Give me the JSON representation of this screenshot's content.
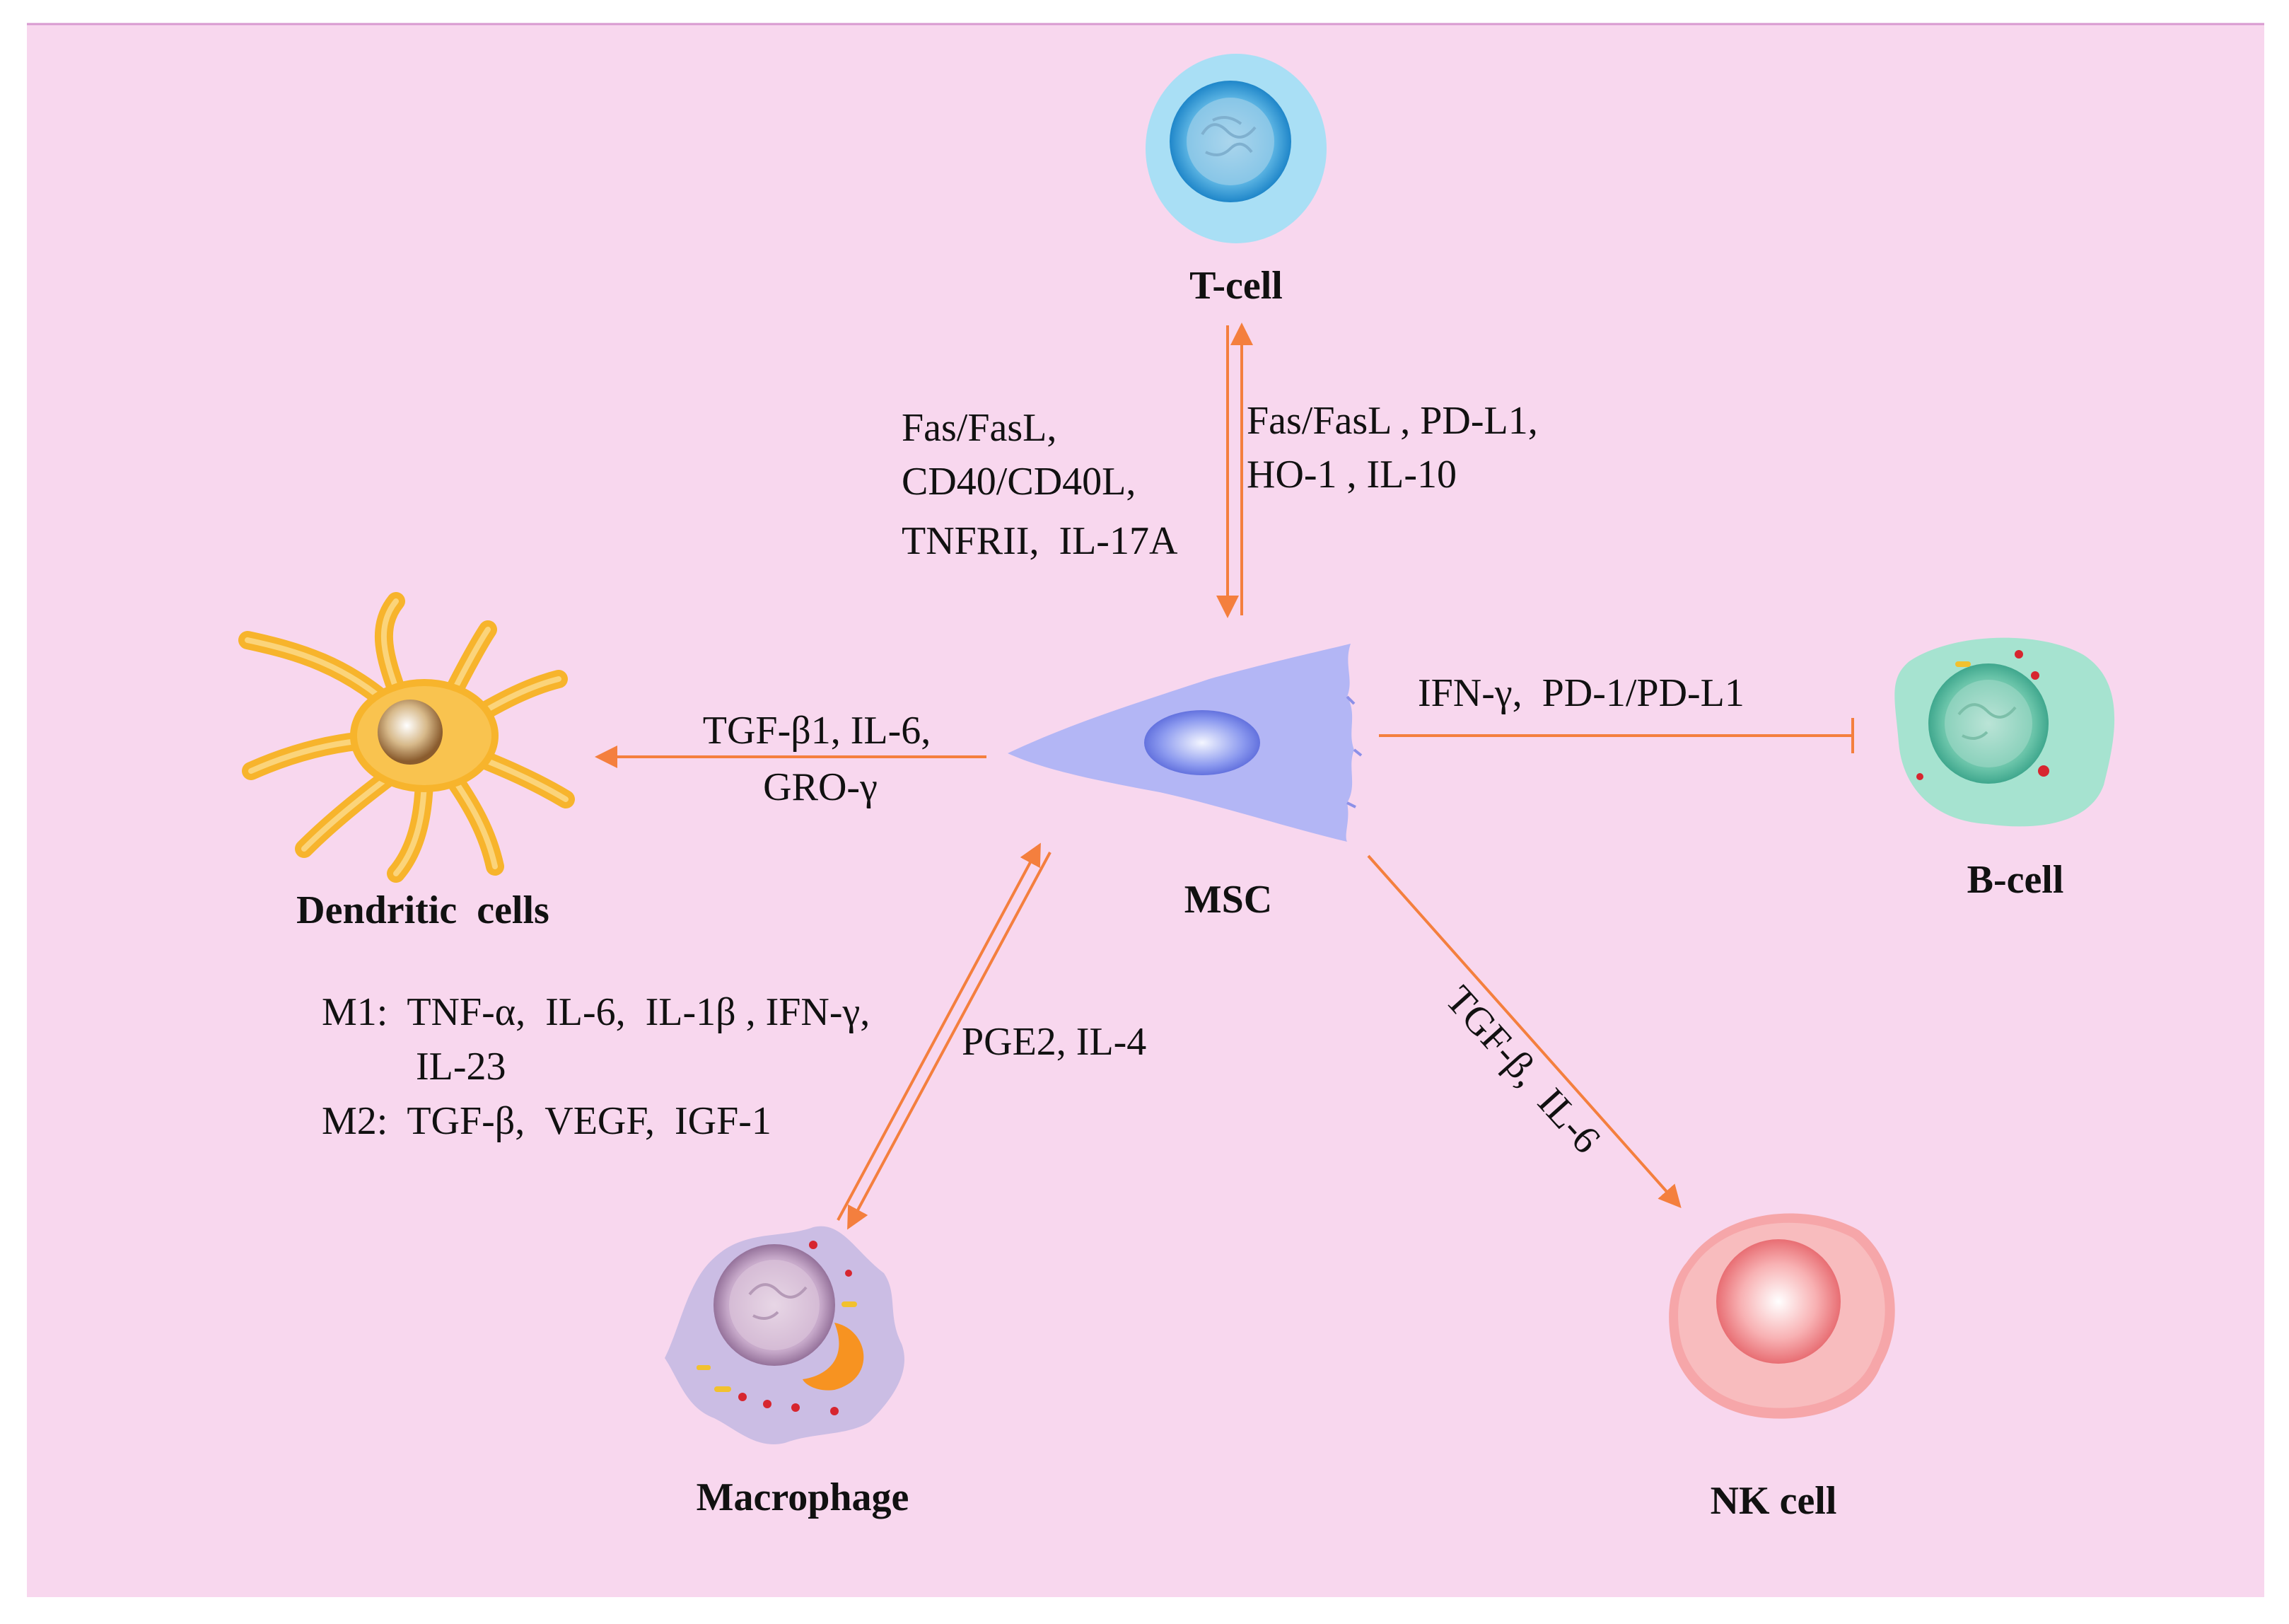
{
  "diagram": {
    "colors": {
      "background": "#f8d7ee",
      "arrow": "#f47f3e",
      "tcell_outer": "#a9dff5",
      "tcell_nucleus": "#2f97d4",
      "dendritic": "#f7b42c",
      "msc": "#b3b6f5",
      "msc_nucleus": "#6b7fe6",
      "bcell": "#a6e3d0",
      "macrophage": "#cbbde4",
      "nkcell": "#f7aeb0"
    },
    "cells": {
      "t_cell": "T-cell",
      "dendritic": "Dendritic  cells",
      "msc": "MSC",
      "b_cell": "B-cell",
      "macrophage": "Macrophage",
      "nk_cell": "NK cell"
    },
    "labels": {
      "t_to_msc": [
        "Fas/FasL,",
        "CD40/CD40L,",
        "TNFRII,  IL-17A"
      ],
      "msc_to_t": [
        "Fas/FasL , PD-L1,",
        "HO-1 , IL-10"
      ],
      "msc_to_dc": [
        "TGF-β1, IL-6,",
        "GRO-γ"
      ],
      "msc_to_b": "IFN-γ,  PD-1/PD-L1",
      "msc_to_nk": "TGF-β,  IL-6",
      "macrophage_m1": "M1:  TNF-α,  IL-6,  IL-1β , IFN-γ,",
      "macrophage_m1_cont": "IL-23",
      "macrophage_m2": "M2:  TGF-β,  VEGF,  IGF-1",
      "msc_to_macrophage": "PGE2, IL-4"
    }
  }
}
